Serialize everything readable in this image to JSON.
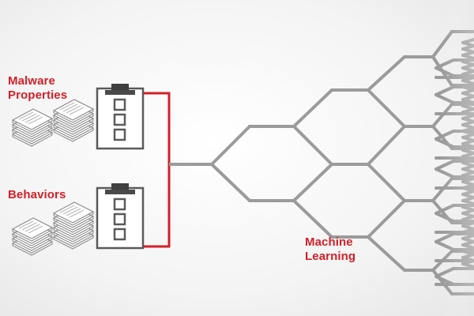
{
  "labels": {
    "malware_line1": "Malware",
    "malware_line2": "Properties",
    "behaviors": "Behaviors",
    "ml_line1": "Machine",
    "ml_line2": "Learning"
  },
  "colors": {
    "accent": "#d51f27",
    "network": "#9b9b9b",
    "clipboard": "#5a5a5a",
    "doc_stroke": "#8a8a8a",
    "background": "#f4f4f4"
  },
  "icons": {
    "clipboard": "clipboard-checklist-icon",
    "documents": "document-stack-icon"
  }
}
